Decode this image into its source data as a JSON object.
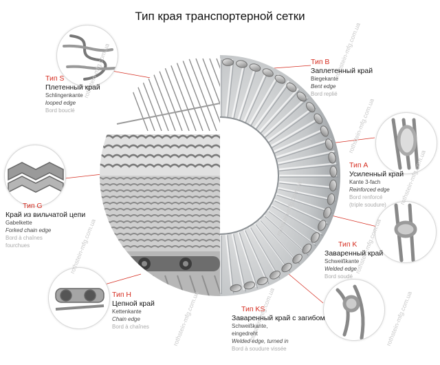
{
  "title": "Тип края транспортерной сетки",
  "watermark": "rothstein-mfg.com.ua",
  "types": {
    "S": {
      "type": "Тип S",
      "ru": "Плетенный край",
      "de": "Schlingenkante",
      "en": "looped edge",
      "fr": "Bord bouclé"
    },
    "G": {
      "type": "Тип G",
      "ru": "Край из вильчатой цепи",
      "de": "Gabelkette",
      "en": "Forked chain edge",
      "fr1": "Bord à chaînes",
      "fr2": "fourchues"
    },
    "H": {
      "type": "Тип H",
      "ru": "Цепной край",
      "de": "Kettenkante",
      "en": "Chain edge",
      "fr": "Bord à chaînes"
    },
    "B": {
      "type": "Тип B",
      "ru": "Заплетенный край",
      "de": "Biegekante",
      "en": "Bent edge",
      "fr": "Bord replié"
    },
    "A": {
      "type": "Тип A",
      "ru": "Усиленный край",
      "de": "Kante 3-fach",
      "en": "Reinforced edge",
      "fr1": "Bord renforcé",
      "fr2": "(triple soudure)"
    },
    "K": {
      "type": "Тип K",
      "ru": "Заваренный край",
      "de": "Schweißkante",
      "en": "Welded edge",
      "fr": "Bord soudé"
    },
    "KS": {
      "type": "Тип KS",
      "ru": "Заваренный край с загибом",
      "de1": "Schweißkante,",
      "de2": "eingedreht",
      "en": "Welded edge, turned in",
      "fr": "Bord à soudure vissée"
    }
  }
}
